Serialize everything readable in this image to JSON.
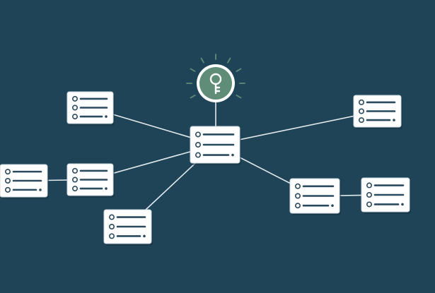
{
  "diagram": {
    "colors": {
      "background": "#1f4457",
      "connector": "#e3eaee",
      "card_fill": "#ffffff",
      "card_border": "#c9d6de",
      "card_shadow": "#163241",
      "card_detail": "#2a4a5f",
      "hub_fill": "#5f8d78",
      "hub_ring": "#ffffff",
      "ray": "#5f8d78"
    },
    "icons": {
      "hub": "key-icon",
      "card": "list-card-icon"
    },
    "nodes": [
      {
        "id": "center",
        "role": "central",
        "rows": 3
      },
      {
        "id": "top-left",
        "role": "leaf",
        "rows": 3
      },
      {
        "id": "mid-left",
        "role": "leaf",
        "rows": 3
      },
      {
        "id": "far-left",
        "role": "leaf",
        "rows": 3
      },
      {
        "id": "bottom-left",
        "role": "leaf",
        "rows": 3
      },
      {
        "id": "top-right",
        "role": "leaf",
        "rows": 3
      },
      {
        "id": "mid-right",
        "role": "leaf",
        "rows": 3
      },
      {
        "id": "far-right",
        "role": "leaf",
        "rows": 3
      }
    ],
    "edges": [
      {
        "from": "hub",
        "to": "center"
      },
      {
        "from": "center",
        "to": "top-left"
      },
      {
        "from": "center",
        "to": "mid-left"
      },
      {
        "from": "mid-left",
        "to": "far-left"
      },
      {
        "from": "center",
        "to": "bottom-left"
      },
      {
        "from": "center",
        "to": "top-right"
      },
      {
        "from": "center",
        "to": "mid-right"
      },
      {
        "from": "mid-right",
        "to": "far-right"
      }
    ]
  }
}
